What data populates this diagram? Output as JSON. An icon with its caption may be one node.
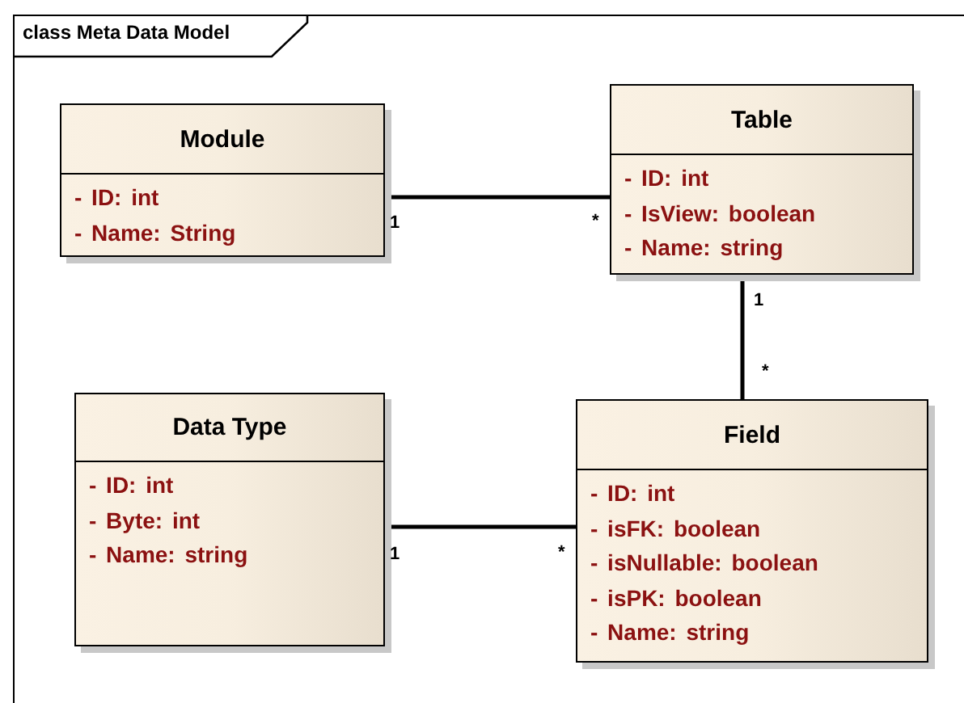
{
  "diagram": {
    "title": "class Meta Data Model",
    "nodes": [
      {
        "text": [
          "Module",
          "- ID: int",
          "- Name: String"
        ]
      },
      {
        "text": [
          "Table",
          "- ID: int",
          "- IsView: boolean",
          "- Name: string"
        ]
      },
      {
        "text": [
          "Data Type",
          "- ID: int",
          "- Byte: int",
          "- Name: string"
        ]
      },
      {
        "text": [
          "Field",
          "- ID: int",
          "- isFK: boolean",
          "- isNullable: boolean",
          "- isPK: boolean",
          "- Name: string"
        ]
      }
    ],
    "edges": [
      {
        "from": 0,
        "to": 1,
        "arrow": "none"
      },
      {
        "from": 1,
        "to": 3,
        "arrow": "none"
      },
      {
        "from": 2,
        "to": 3,
        "arrow": "none"
      }
    ],
    "labels": [
      "1",
      "*",
      "1",
      "*",
      "1",
      "*"
    ]
  }
}
